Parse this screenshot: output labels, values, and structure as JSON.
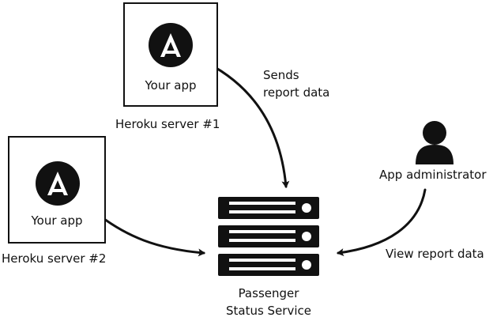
{
  "server1": {
    "app_label": "Your app",
    "caption": "Heroku server #1",
    "logo": "a-logo-icon"
  },
  "server2": {
    "app_label": "Your app",
    "caption": "Heroku server #2",
    "logo": "a-logo-icon"
  },
  "arrow1": {
    "label_line1": "Sends",
    "label_line2": "report data"
  },
  "admin": {
    "label": "App administrator",
    "icon": "user-icon"
  },
  "arrow_admin": {
    "label": "View report data"
  },
  "service": {
    "label_line1": "Passenger",
    "label_line2": "Status Service",
    "icon": "server-stack-icon"
  },
  "colors": {
    "ink": "#111111",
    "background": "#ffffff"
  }
}
